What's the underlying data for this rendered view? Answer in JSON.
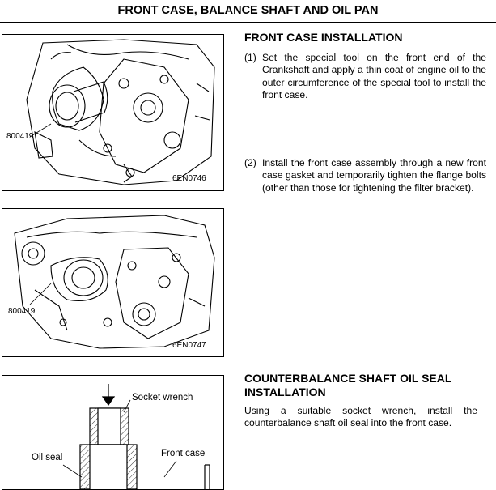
{
  "header": {
    "title": "FRONT CASE, BALANCE SHAFT AND OIL PAN"
  },
  "section1": {
    "title": "FRONT CASE INSTALLATION",
    "steps": [
      {
        "num": "(1)",
        "text": "Set the special tool on the front end of the Crankshaft and apply a thin coat of engine oil to the outer circumference of the special tool to install the front case."
      },
      {
        "num": "(2)",
        "text": "Install the front case assembly through a new front case gasket and temporarily tighten the flange bolts (other than those for tightening the filter bracket)."
      }
    ]
  },
  "section2": {
    "title": "COUNTERBALANCE SHAFT OIL SEAL INSTALLATION",
    "text": "Using a suitable socket wrench, install the counterbalance shaft oil seal into the front case."
  },
  "figures": {
    "fig1": {
      "part_no": "800419",
      "code": "6EN0746"
    },
    "fig2": {
      "part_no": "800419",
      "code": "6EN0747"
    },
    "fig3": {
      "socket": "Socket wrench",
      "oil_seal": "Oil seal",
      "front_case": "Front case"
    }
  }
}
